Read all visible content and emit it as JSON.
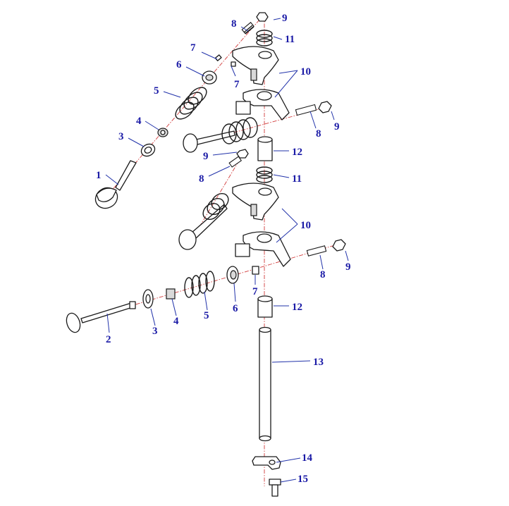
{
  "callouts": {
    "c1": "1",
    "c2": "2",
    "c3a": "3",
    "c3b": "3",
    "c4a": "4",
    "c4b": "4",
    "c5a": "5",
    "c5b": "5",
    "c6a": "6",
    "c6b": "6",
    "c7a": "7",
    "c7b": "7",
    "c7c": "7",
    "c8a": "8",
    "c8b": "8",
    "c8c": "8",
    "c8d": "8",
    "c9a": "9",
    "c9b": "9",
    "c9c": "9",
    "c9d": "9",
    "c10a": "10",
    "c10b": "10",
    "c11a": "11",
    "c11b": "11",
    "c12a": "12",
    "c12b": "12",
    "c13": "13",
    "c14": "14",
    "c15": "15"
  }
}
